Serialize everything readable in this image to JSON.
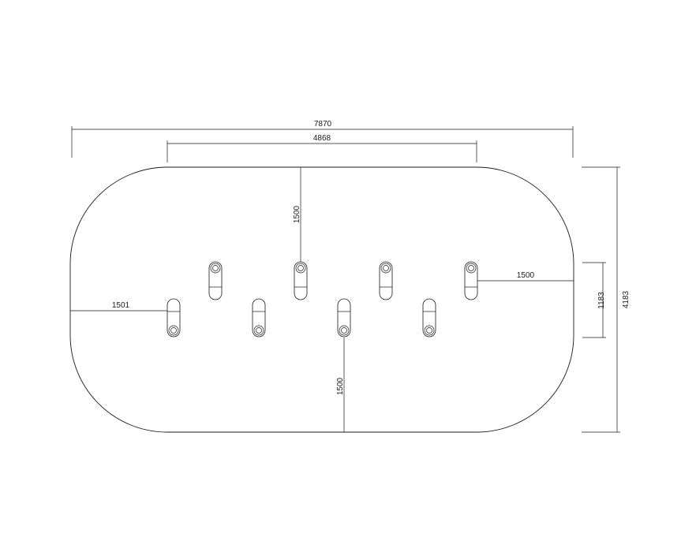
{
  "dimensions": {
    "overall_length": "7870",
    "straight_length": "4868",
    "overall_width": "4183",
    "post_row_offset": "1183",
    "top_to_post": "1500",
    "bottom_to_post": "1500",
    "left_to_post": "1501",
    "right_to_post": "1500"
  },
  "posts": {
    "upper_row": 4,
    "lower_row": 4
  },
  "colors": {
    "line": "#1a1a1a",
    "background": "#ffffff"
  }
}
